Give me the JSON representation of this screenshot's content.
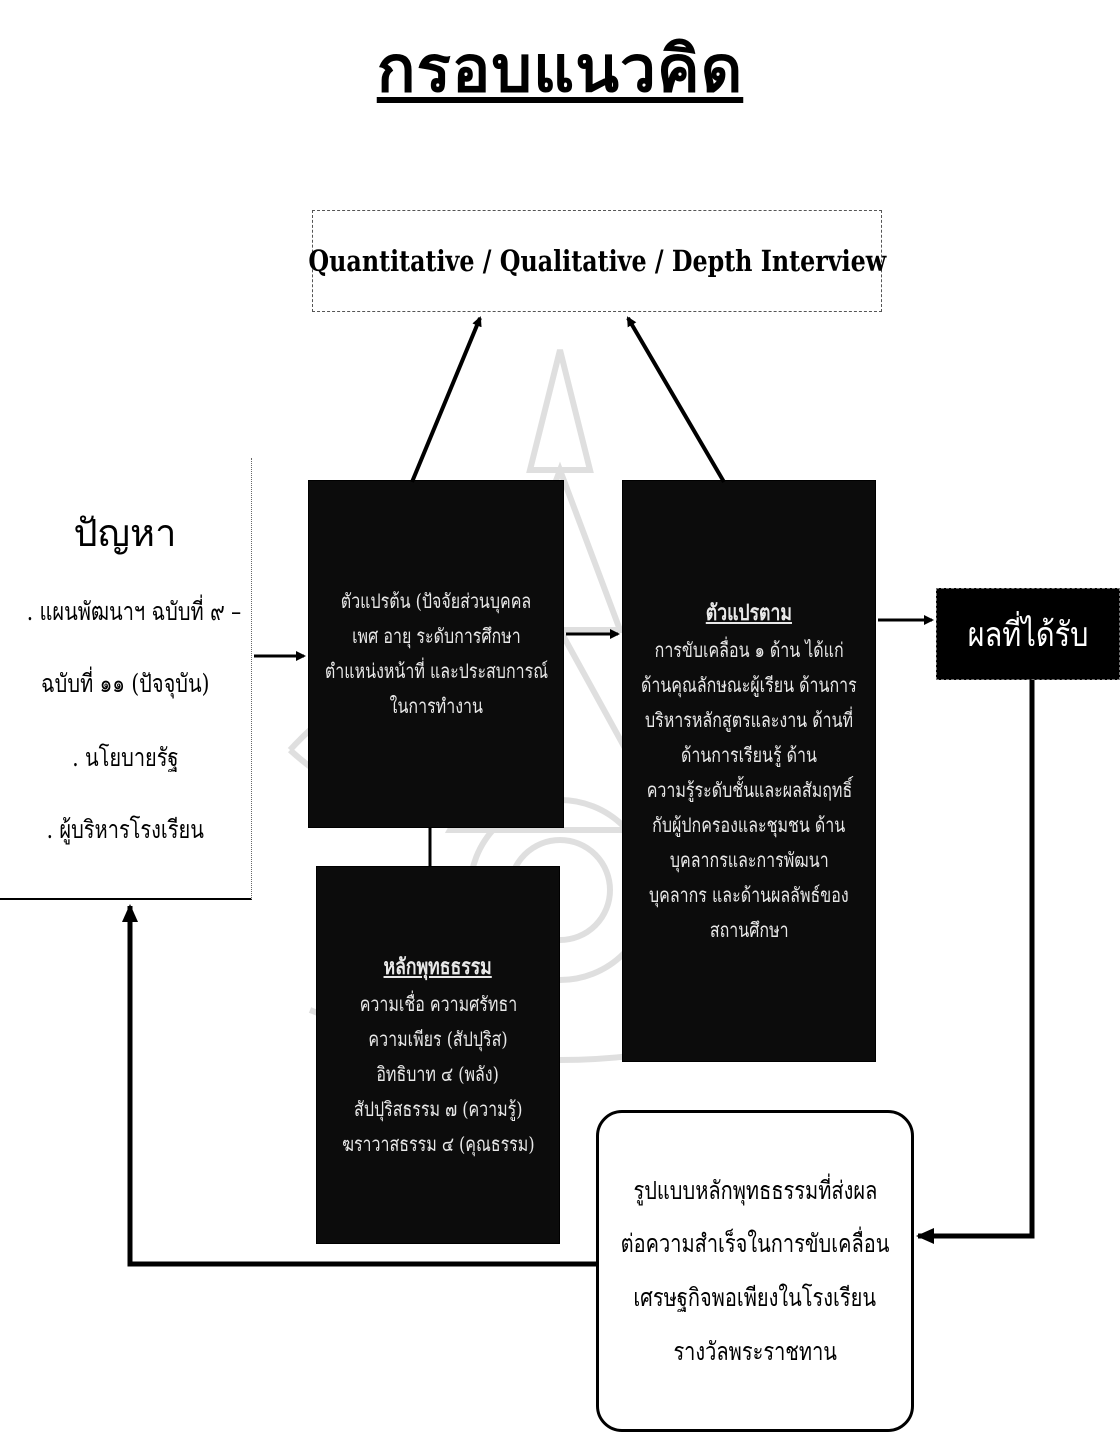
{
  "title": "กรอบแนวคิด",
  "methods_box": {
    "text": "Quantitative / Qualitative / Depth Interview"
  },
  "problem": {
    "heading": "ปัญหา",
    "items": [
      ". แผนพัฒนาฯ ฉบับที่ ๙ –",
      "ฉบับที่ ๑๑ (ปัจจุบัน)",
      ". นโยบายรัฐ",
      ". ผู้บริหารโรงเรียน"
    ]
  },
  "independent_vars": {
    "lines": [
      "ตัวแปรต้น (ปัจจัยส่วนบุคคล",
      "เพศ อายุ ระดับการศึกษา",
      "ตำแหน่งหน้าที่ และประสบการณ์",
      "ในการทำงาน"
    ]
  },
  "buddhist_principles": {
    "heading": "หลักพุทธธรรม",
    "lines": [
      "ความเชื่อ ความศรัทธา",
      "ความเพียร (สัปปุริส)",
      "อิทธิบาท ๔ (พลัง)",
      "สัปปุริสธรรม ๗ (ความรู้)",
      "ฆราวาสธรรม ๔ (คุณธรรม)"
    ]
  },
  "dependent_vars": {
    "heading": "ตัวแปรตาม",
    "lines": [
      "การขับเคลื่อน ๑ ด้าน ได้แก่",
      "ด้านคุณลักษณะผู้เรียน ด้านการ",
      "บริหารหลักสูตรและงาน ด้านที่",
      "ด้านการเรียนรู้ ด้าน",
      "ความรู้ระดับชั้นและผลสัมฤทธิ์",
      "กับผู้ปกครองและชุมชน ด้าน",
      "บุคลากรและการพัฒนา",
      "บุคลากร และด้านผลลัพธ์ของ",
      "สถานศึกษา"
    ]
  },
  "result_box": {
    "text": "ผลที่ได้รับ"
  },
  "outcome_box": {
    "lines": [
      "รูปแบบหลักพุทธธรรมที่ส่งผล",
      "ต่อความสำเร็จในการขับเคลื่อน",
      "เศรษฐกิจพอเพียงในโรงเรียน",
      "รางวัลพระราชทาน"
    ]
  }
}
